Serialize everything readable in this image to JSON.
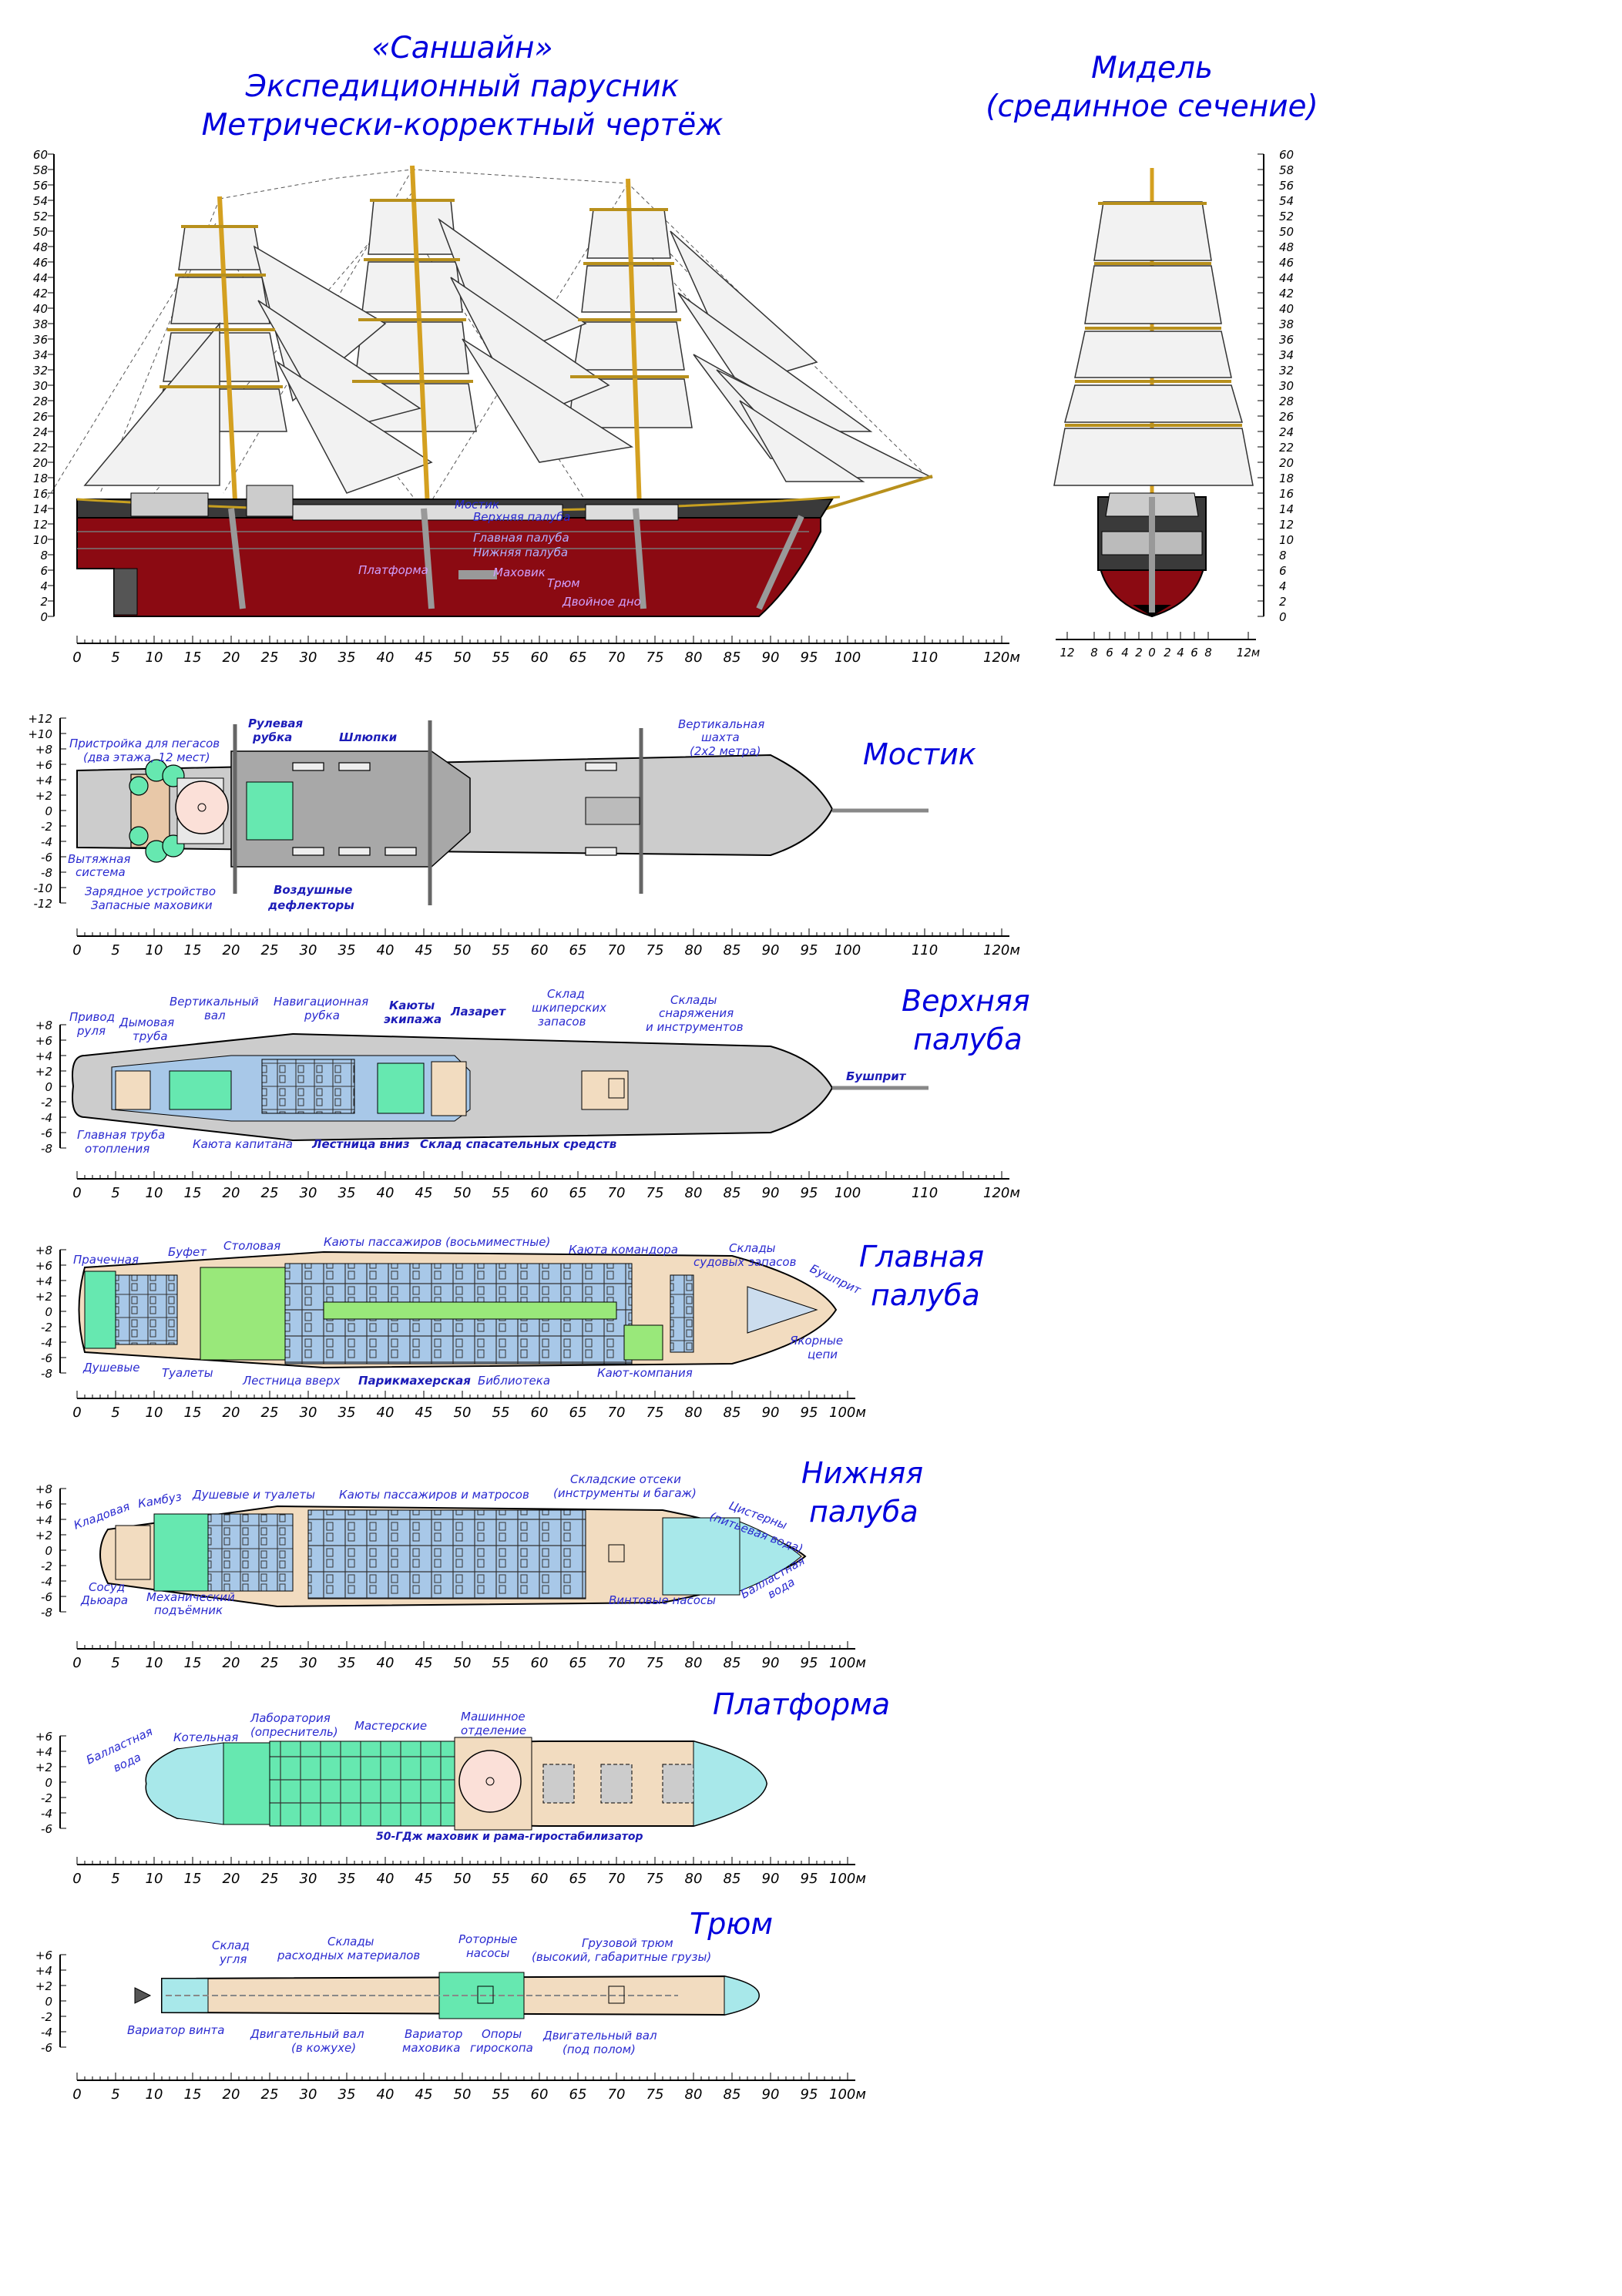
{
  "titles": {
    "main_line1": "«Саншайн»",
    "main_line2": "Экспедиционный парусник",
    "main_line3": "Метрически-корректный чертёж",
    "midship_line1": "Мидель",
    "midship_line2": "(срединное сечение)"
  },
  "side_view": {
    "deck_labels": [
      "Мостик",
      "Верхняя палуба",
      "Главная палуба",
      "Нижняя палуба",
      "Платформа",
      "Маховик",
      "Трюм",
      "Двойное дно"
    ]
  },
  "scales": {
    "height_ticks": [
      "60",
      "58",
      "56",
      "54",
      "52",
      "50",
      "48",
      "46",
      "44",
      "42",
      "40",
      "38",
      "36",
      "34",
      "32",
      "30",
      "28",
      "26",
      "24",
      "22",
      "20",
      "18",
      "16",
      "14",
      "12",
      "10",
      "8",
      "6",
      "4",
      "2",
      "0"
    ],
    "midship_width_ticks": [
      "12",
      "8",
      "6",
      "4",
      "2",
      "0",
      "2",
      "4",
      "6",
      "8",
      "12м"
    ],
    "ruler_120": [
      "0",
      "5",
      "10",
      "15",
      "20",
      "25",
      "30",
      "35",
      "40",
      "45",
      "50",
      "55",
      "60",
      "65",
      "70",
      "75",
      "80",
      "85",
      "90",
      "95",
      "100",
      "110",
      "120м"
    ],
    "ruler_100": [
      "0",
      "5",
      "10",
      "15",
      "20",
      "25",
      "30",
      "35",
      "40",
      "45",
      "50",
      "55",
      "60",
      "65",
      "70",
      "75",
      "80",
      "85",
      "90",
      "95",
      "100м"
    ],
    "ruler_100_short": [
      "0",
      "5",
      "10",
      "15",
      "20",
      "25",
      "30",
      "35",
      "40",
      "45",
      "50",
      "55",
      "60",
      "65",
      "70",
      "75",
      "80",
      "85",
      "90",
      "100м"
    ],
    "ruler_100_trym": [
      "0",
      "5",
      "10",
      "15",
      "20",
      "25",
      "30",
      "35",
      "40",
      "45",
      "50",
      "55",
      "60",
      "65",
      "70",
      "75",
      "80",
      "85",
      "90",
      "95",
      "100м"
    ],
    "y12": [
      "+12",
      "+10",
      "+8",
      "+6",
      "+4",
      "+2",
      "0",
      "-2",
      "-4",
      "-6",
      "-8",
      "-10",
      "-12"
    ],
    "y8": [
      "+8",
      "+6",
      "+4",
      "+2",
      "0",
      "-2",
      "-4",
      "-6",
      "-8"
    ],
    "y6": [
      "+6",
      "+4",
      "+2",
      "0",
      "-2",
      "-4",
      "-6"
    ]
  },
  "decks": {
    "most": {
      "name": "Мостик",
      "labels": {
        "l1": "Пристройка для пегасов",
        "l2": "(два этажа, 12 мест)",
        "l3": "Рулевая",
        "l4": "рубка",
        "l5": "Шлюпки",
        "l6": "Вертикальная",
        "l7": "шахта",
        "l8": "(2x2 метра)",
        "l9": "Вытяжная",
        "l10": "система",
        "l11": "Зарядное устройство",
        "l12": "Запасные маховики",
        "l13": "Воздушные",
        "l14": "дефлекторы"
      }
    },
    "upper": {
      "name1": "Верхняя",
      "name2": "палуба",
      "labels": {
        "l1": "Привод",
        "l2": "руля",
        "l3": "Дымовая",
        "l4": "труба",
        "l5": "Вертикальный",
        "l6": "вал",
        "l7": "Навигационная",
        "l8": "рубка",
        "l9": "Каюты",
        "l10": "экипажа",
        "l11": "Лазарет",
        "l12": "Склад",
        "l13": "шкиперских",
        "l14": "запасов",
        "l15": "Склады",
        "l16": "снаряжения",
        "l17": "и инструментов",
        "l18": "Бушприт",
        "l19": "Главная труба",
        "l20": "отопления",
        "l21": "Каюта капитана",
        "l22": "Лестница вниз",
        "l23": "Склад спасательных средств"
      }
    },
    "main": {
      "name1": "Главная",
      "name2": "палуба",
      "labels": {
        "l1": "Прачечная",
        "l2": "Буфет",
        "l3": "Столовая",
        "l4": "Каюты пассажиров (восьмиместные)",
        "l5": "Каюта командора",
        "l6": "Склады",
        "l7": "судовых запасов",
        "l8": "Бушприт",
        "l9": "Душевые",
        "l10": "Туалеты",
        "l11": "Лестница вверх",
        "l12": "Парикмахерская",
        "l13": "Библиотека",
        "l14": "Кают-компания",
        "l15": "Якорные",
        "l16": "цепи"
      }
    },
    "lower": {
      "name1": "Нижняя",
      "name2": "палуба",
      "labels": {
        "l1": "Кладовая",
        "l2": "Камбуз",
        "l3": "Душевые и туалеты",
        "l4": "Каюты пассажиров и матросов",
        "l5": "Складские отсеки",
        "l6": "(инструменты и багаж)",
        "l7": "Цистерны",
        "l8": "(питьевая вода)",
        "l9": "Сосуд",
        "l10": "Дьюара",
        "l11": "Механический",
        "l12": "подъёмник",
        "l13": "Винтовые насосы",
        "l14": "Балластная",
        "l15": "вода"
      }
    },
    "platform": {
      "name": "Платформа",
      "labels": {
        "l1": "Балластная",
        "l2": "вода",
        "l3": "Котельная",
        "l4": "Лаборатория",
        "l5": "(опреснитель)",
        "l6": "Мастерские",
        "l7": "Машинное",
        "l8": "отделение",
        "l9": "50-ГДж маховик и рама-гиростабилизатор"
      }
    },
    "hold": {
      "name": "Трюм",
      "labels": {
        "l1": "Склад",
        "l2": "угля",
        "l3": "Склады",
        "l4": "расходных материалов",
        "l5": "Роторные",
        "l6": "насосы",
        "l7": "Грузовой трюм",
        "l8": "(высокий, габаритные грузы)",
        "l9": "Вариатор винта",
        "l10": "Двигательный вал",
        "l11": "(в кожухе)",
        "l12": "Вариатор",
        "l13": "маховика",
        "l14": "Опоры",
        "l15": "гироскопа",
        "l16": "Двигательный вал",
        "l17": "(под полом)"
      }
    }
  },
  "colors": {
    "hull_red": "#8b0a12",
    "hull_dark": "#3a3a3a",
    "deck_grey": "#cccccc",
    "cabin_blue": "#a8c8e8",
    "room_green": "#66e8b0",
    "light_green": "#99e87a",
    "tan": "#f2dcc0",
    "cyan": "#a8e8ea",
    "mast_gold": "#d4a020",
    "label_blue": "#2a2ad0",
    "sail": "#f2f2f2"
  }
}
